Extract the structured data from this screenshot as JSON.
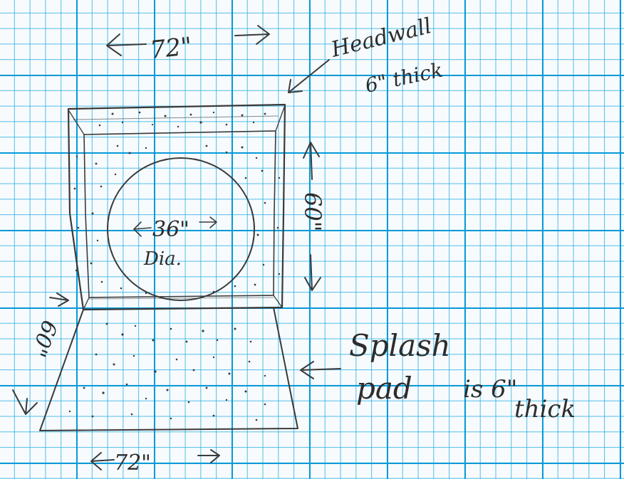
{
  "notes": {
    "headwall_width": "72\"",
    "headwall_label": "Headwall",
    "headwall_thickness": "6\" thick",
    "pipe_diameter": "36\"",
    "pipe_dia_label": "Dia.",
    "headwall_height": "60\"",
    "pad_length": "60\"",
    "splash_line1": "Splash",
    "splash_line2": "pad",
    "splash_line3": "is 6\"",
    "splash_line4": "thick",
    "pad_width": "72\""
  }
}
